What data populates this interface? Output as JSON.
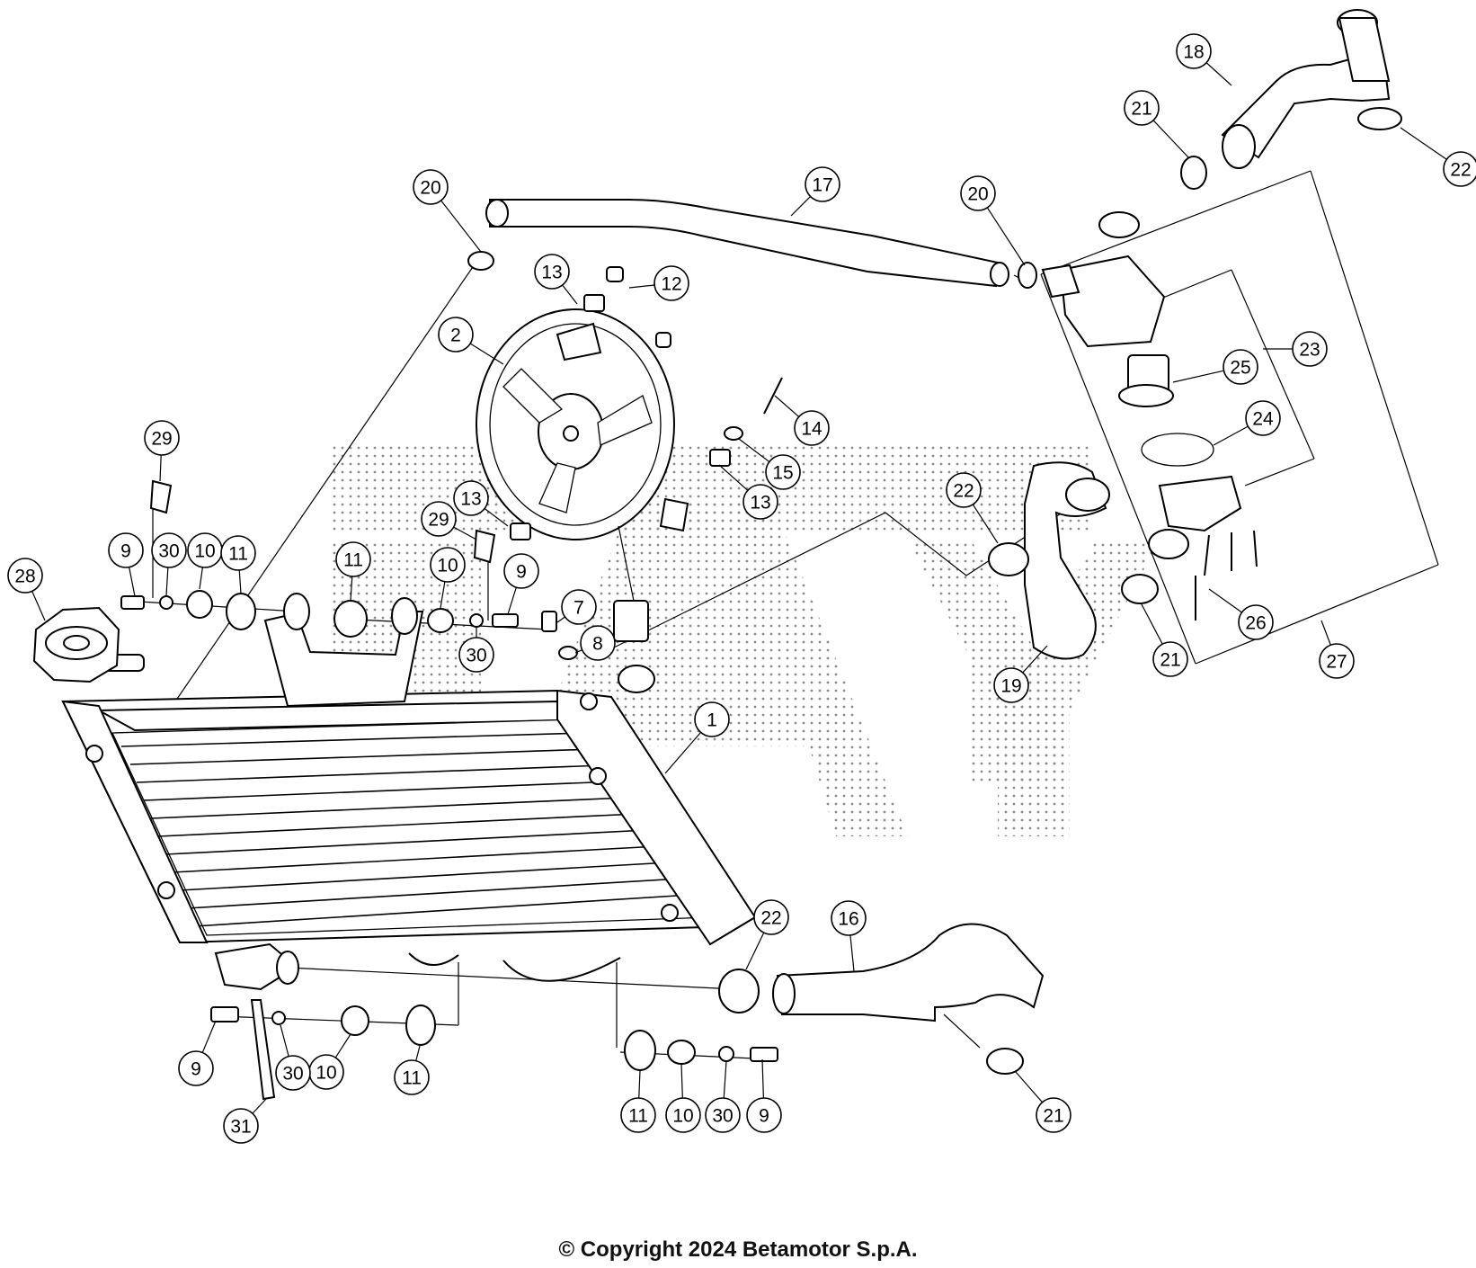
{
  "callouts": [
    {
      "label": "1"
    },
    {
      "label": "2"
    },
    {
      "label": "7"
    },
    {
      "label": "8"
    },
    {
      "label": "9"
    },
    {
      "label": "9"
    },
    {
      "label": "9"
    },
    {
      "label": "9"
    },
    {
      "label": "10"
    },
    {
      "label": "10"
    },
    {
      "label": "10"
    },
    {
      "label": "10"
    },
    {
      "label": "11"
    },
    {
      "label": "11"
    },
    {
      "label": "11"
    },
    {
      "label": "11"
    },
    {
      "label": "12"
    },
    {
      "label": "13"
    },
    {
      "label": "13"
    },
    {
      "label": "13"
    },
    {
      "label": "14"
    },
    {
      "label": "15"
    },
    {
      "label": "16"
    },
    {
      "label": "17"
    },
    {
      "label": "18"
    },
    {
      "label": "19"
    },
    {
      "label": "20"
    },
    {
      "label": "20"
    },
    {
      "label": "21"
    },
    {
      "label": "21"
    },
    {
      "label": "21"
    },
    {
      "label": "22"
    },
    {
      "label": "22"
    },
    {
      "label": "22"
    },
    {
      "label": "23"
    },
    {
      "label": "24"
    },
    {
      "label": "25"
    },
    {
      "label": "26"
    },
    {
      "label": "27"
    },
    {
      "label": "28"
    },
    {
      "label": "29"
    },
    {
      "label": "29"
    },
    {
      "label": "30"
    },
    {
      "label": "30"
    },
    {
      "label": "30"
    },
    {
      "label": "30"
    },
    {
      "label": "31"
    }
  ],
  "copyright": "© Copyright 2024 Betamotor S.p.A."
}
